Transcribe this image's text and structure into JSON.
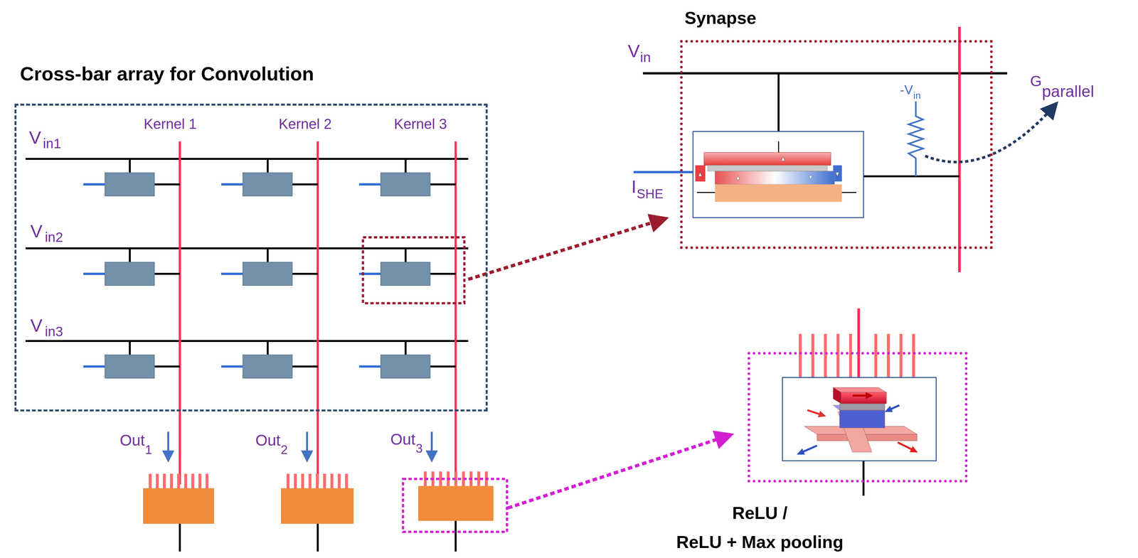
{
  "diagram": {
    "nodes": [
      {
        "text": [
          "Cross-bar array for Convolution"
        ]
      },
      {
        "text": [
          "Synapse"
        ]
      },
      {
        "text": [
          "ReLU /",
          "ReLU + Max pooling"
        ]
      }
    ],
    "labels": [
      "V",
      "in1",
      "Kernel 1",
      "Kernel 2",
      "Kernel 3",
      "V",
      "in2",
      "V",
      "in3",
      "Out",
      "1",
      "Out",
      "2",
      "Out",
      "3",
      "V",
      "in",
      "-V",
      "in",
      "I",
      "SHE",
      "G",
      "parallel"
    ]
  }
}
